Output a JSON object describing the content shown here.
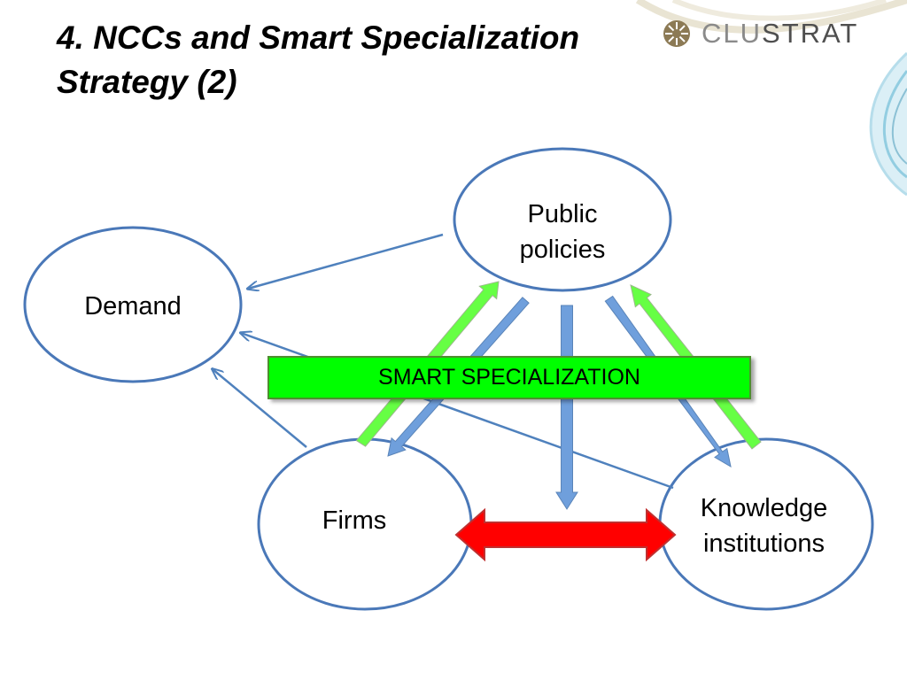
{
  "slide": {
    "title_line1": "4. NCCs and Smart Specialization",
    "title_line2": "Strategy (2)"
  },
  "logo": {
    "text_light": "CLU",
    "text_dark": "STRAT",
    "icon": "clustrat-logo-icon"
  },
  "nodes": {
    "public_policies": {
      "line1": "Public",
      "line2": "policies"
    },
    "demand": "Demand",
    "firms": "Firms",
    "knowledge": {
      "line1": "Knowledge",
      "line2": "institutions"
    }
  },
  "banner": {
    "label": "SMART SPECIALIZATION"
  },
  "colors": {
    "ellipse_stroke": "#4a78b8",
    "thin_arrow": "#4f81bd",
    "green_arrow": "#66ff44",
    "blue_arrow": "#6f9fdc",
    "double_arrow": "#ff0000",
    "banner_fill": "#00ff00"
  }
}
